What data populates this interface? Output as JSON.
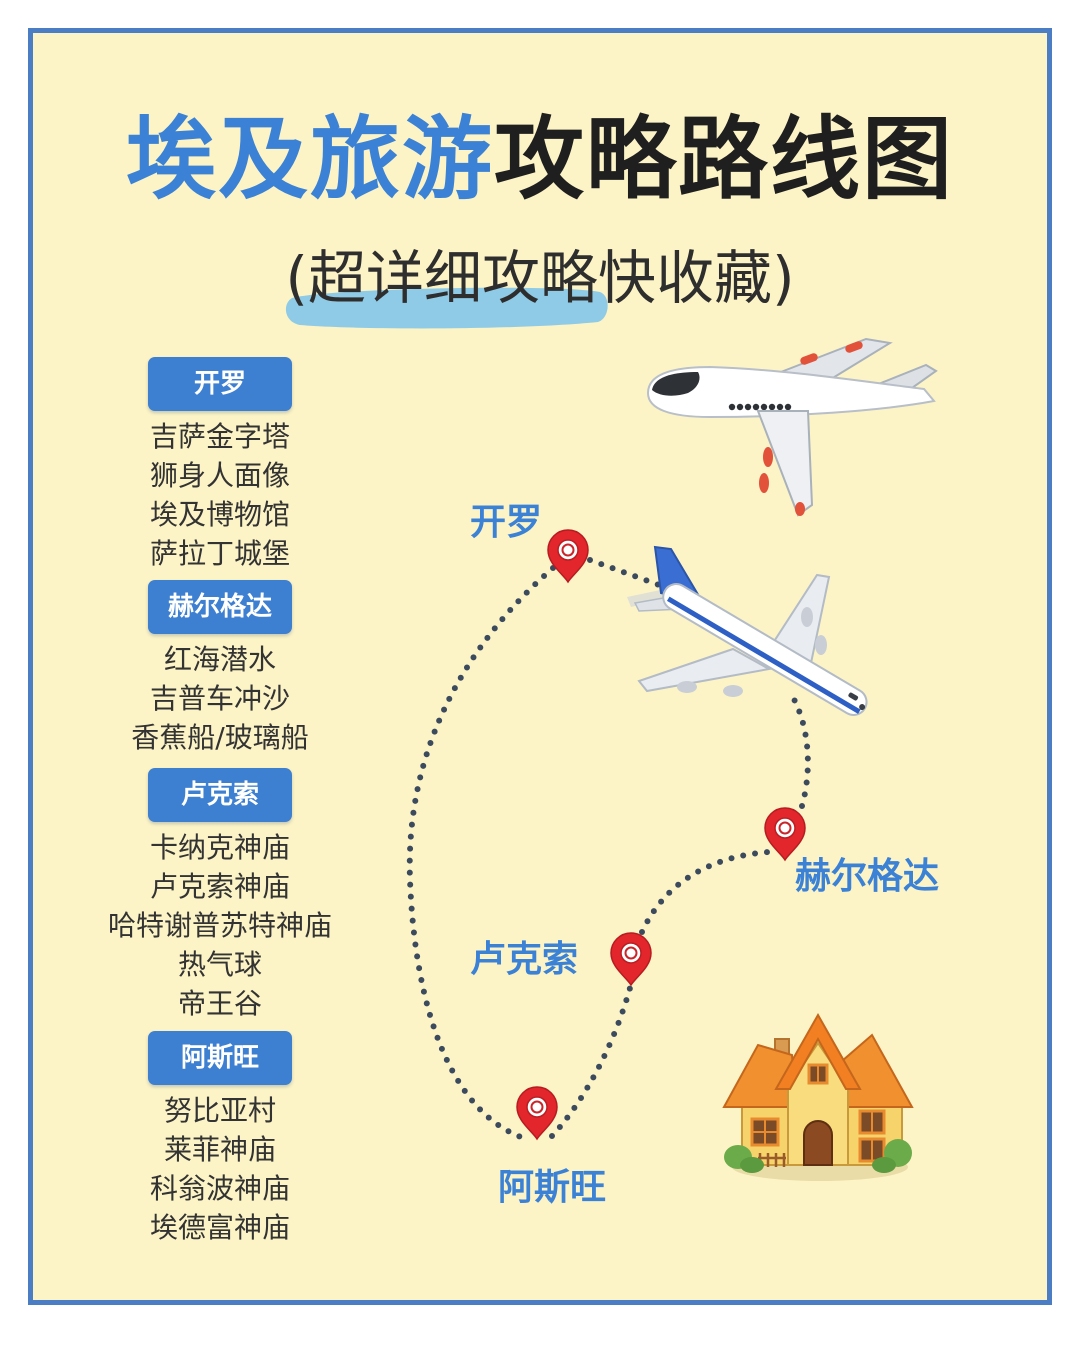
{
  "title": {
    "highlight": "埃及旅游",
    "rest": "攻略路线图"
  },
  "subtitle": "(超详细攻略快收藏)",
  "sections": [
    {
      "city": "开罗",
      "items": [
        "吉萨金字塔",
        "狮身人面像",
        "埃及博物馆",
        "萨拉丁城堡"
      ]
    },
    {
      "city": "赫尔格达",
      "items": [
        "红海潜水",
        "吉普车冲沙",
        "香蕉船/玻璃船"
      ]
    },
    {
      "city": "卢克索",
      "items": [
        "卡纳克神庙",
        "卢克索神庙",
        "哈特谢普苏特神庙",
        "热气球",
        "帝王谷"
      ]
    },
    {
      "city": "阿斯旺",
      "items": [
        "努比亚村",
        "莱菲神庙",
        "科翁波神庙",
        "埃德富神庙"
      ]
    }
  ],
  "route_map": {
    "stops": [
      {
        "label": "开罗",
        "icon": "map-pin-icon"
      },
      {
        "label": "赫尔格达",
        "icon": "map-pin-icon"
      },
      {
        "label": "卢克索",
        "icon": "map-pin-icon"
      },
      {
        "label": "阿斯旺",
        "icon": "map-pin-icon"
      }
    ],
    "decorations": [
      "cartoon-airplane-icon",
      "jet-airplane-icon",
      "house-icon"
    ]
  },
  "colors": {
    "accent": "#3b82d6",
    "label_bg": "#3d7fd0",
    "frame_border": "#4a7dc3",
    "paper": "#fcf4c6",
    "text": "#333333",
    "title_dark": "#1f1f1f",
    "pin": "#e3262c",
    "route": "#3c4a5d",
    "highlight_brush": "#8fcbe6"
  }
}
